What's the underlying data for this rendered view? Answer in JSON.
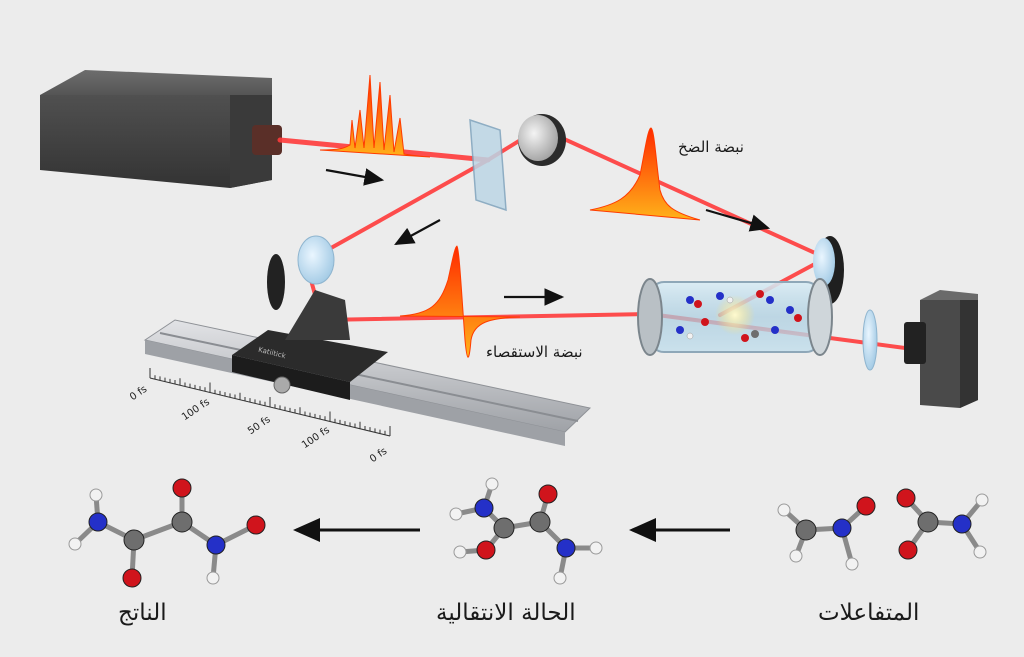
{
  "labels": {
    "pump_pulse": "نبضة الضخ",
    "probe_pulse": "نبضة الاستقصاء",
    "stage_text": "Katiitick"
  },
  "delay_axis": {
    "ticks": [
      "0 fs",
      "100 fs",
      "50 fs",
      "100 fs",
      "0 fs"
    ]
  },
  "reaction": {
    "reactants": "المتفاعلات",
    "transition_state": "الحالة الانتقالية",
    "product": "الناتج"
  },
  "colors": {
    "background": "#ececec",
    "laser": "#ff3b3b",
    "pulse": "#ff8a1a",
    "box": "#4a4a4a",
    "rail": "#c4c6ca",
    "oxygen": "#d0141c",
    "nitrogen": "#2430c8",
    "carbon": "#6e6e6e",
    "hydrogen": "#f2f2f2"
  }
}
